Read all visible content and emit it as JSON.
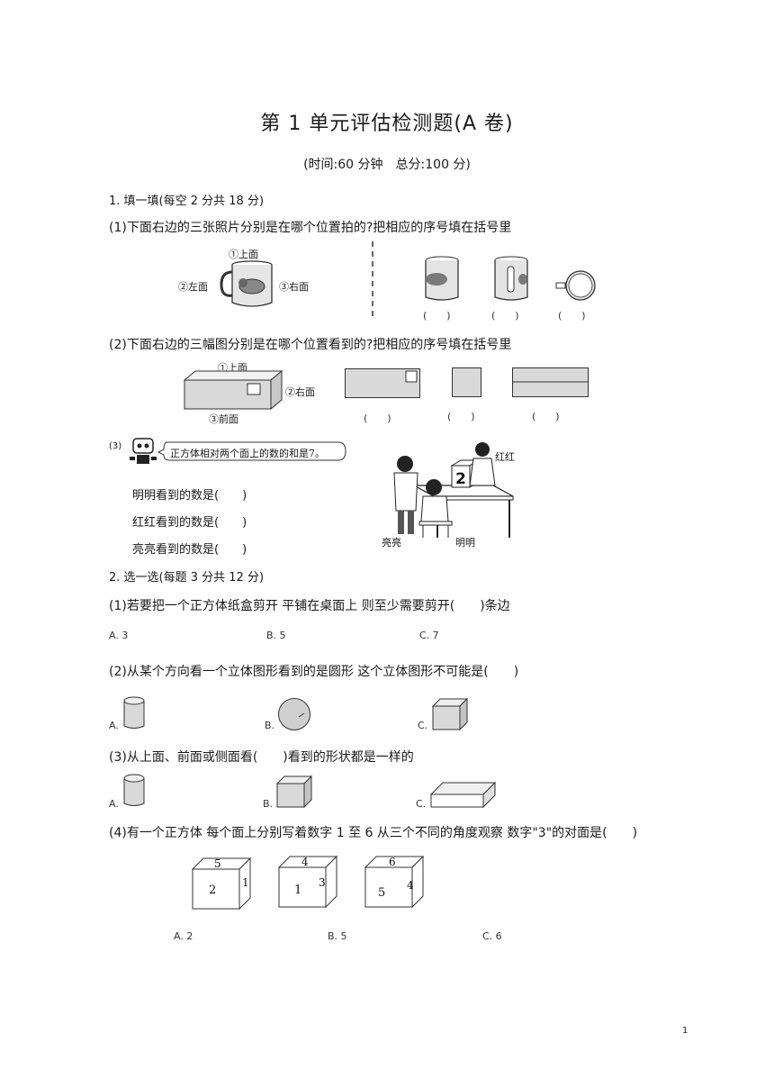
{
  "header": {
    "title": "第 1 单元评估检测题(A 卷)",
    "subtitle": "(时间:60 分钟　总分:100 分)"
  },
  "section1": {
    "heading": "1. 填一填(每空 2 分共 18 分)",
    "q1": {
      "text": "(1)下面右边的三张照片分别是在哪个位置拍的?把相应的序号填在括号里",
      "labels": {
        "top": "①上面",
        "left": "②左面",
        "right": "③右面"
      },
      "blanks": [
        "(　　)",
        "(　　)",
        "(　　)"
      ]
    },
    "q2": {
      "text": "(2)下面右边的三幅图分别是在哪个位置看到的?把相应的序号填在括号里",
      "labels": {
        "top": "①上面",
        "right": "②右面",
        "front": "③前面"
      },
      "blanks": [
        "(　　)",
        "(　　)",
        "(　　)"
      ]
    },
    "q3": {
      "num": "(3)",
      "bubble": "正方体相对两个面上的数的和是7。",
      "lines": [
        "明明看到的数是(　　)",
        "红红看到的数是(　　)",
        "亮亮看到的数是(　　)"
      ],
      "cube_number": "2",
      "names": {
        "honghong": "红红",
        "liangliang": "亮亮",
        "mingming": "明明"
      }
    }
  },
  "section2": {
    "heading": "2. 选一选(每题 3 分共 12 分)",
    "q1": {
      "text": "(1)若要把一个正方体纸盒剪开 平铺在桌面上 则至少需要剪开(　　)条边",
      "options": [
        "A. 3",
        "B. 5",
        "C. 7"
      ]
    },
    "q2": {
      "text": "(2)从某个方向看一个立体图形看到的是圆形 这个立体图形不可能是(　　)",
      "options": [
        "A.",
        "B.",
        "C."
      ]
    },
    "q3": {
      "text": "(3)从上面、前面或侧面看(　　)看到的形状都是一样的",
      "options": [
        "A.",
        "B.",
        "C."
      ]
    },
    "q4": {
      "text": "(4)有一个正方体 每个面上分别写着数字 1 至 6 从三个不同的角度观察 数字\"3\"的对面是(　　)",
      "cubes": [
        {
          "top": "5",
          "front": "2",
          "side": "1"
        },
        {
          "top": "4",
          "front": "1",
          "side": "3"
        },
        {
          "top": "6",
          "front": "5",
          "side": "4"
        }
      ],
      "options": [
        "A. 2",
        "B. 5",
        "C. 6"
      ]
    }
  },
  "footer": {
    "page_number": "1"
  }
}
